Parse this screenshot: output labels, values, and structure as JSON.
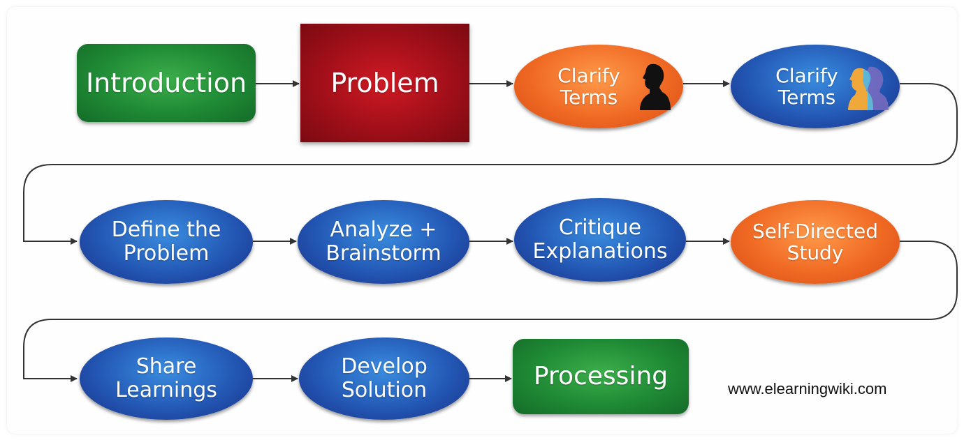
{
  "nodes": {
    "introduction": "Introduction",
    "problem": "Problem",
    "clarify_terms_1": "Clarify\nTerms",
    "clarify_terms_2": "Clarify\nTerms",
    "define_problem": "Define the\nProblem",
    "analyze_brainstorm": "Analyze +\nBrainstorm",
    "critique_explanations": "Critique\nExplanations",
    "self_directed_study": "Self-Directed\nStudy",
    "share_learnings": "Share\nLearnings",
    "develop_solution": "Develop\nSolution",
    "processing": "Processing"
  },
  "icons": {
    "clarify_terms_1": "person-silhouette-icon",
    "clarify_terms_2": "two-person-silhouette-icon"
  },
  "colors": {
    "green": "#1f8a35",
    "red": "#a10f19",
    "orange": "#f06a24",
    "blue": "#2358b5",
    "arrow": "#333333"
  },
  "footer": {
    "url": "www.elearningwiki.com"
  }
}
